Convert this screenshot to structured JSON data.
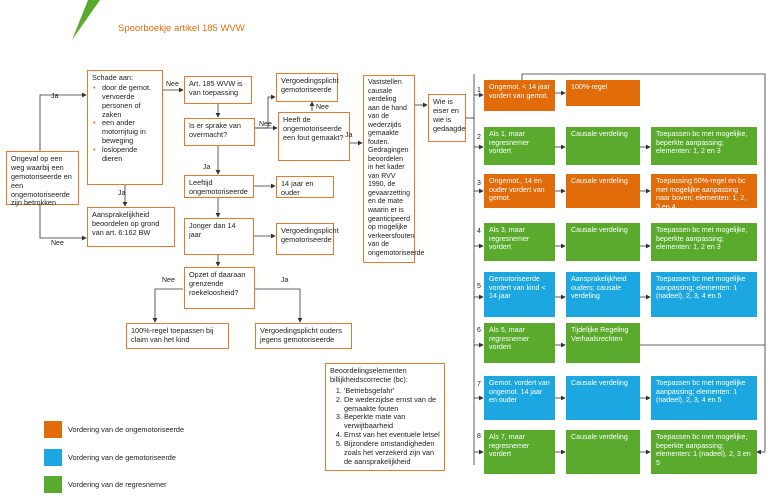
{
  "title": "Spoorboekje artikel 185 WVW",
  "colors": {
    "orange": "#e36c0a",
    "blue": "#1da7e0",
    "green": "#5aaa2e",
    "line": "#333333",
    "border": "#e5792e"
  },
  "start": "Ongeval op een weg waarbij een gemotoriseerde en een ongemotoriseerde zijn betrokken",
  "schade": {
    "heading": "Schade aan:",
    "items": [
      "door de gemot. vervoerde personen of zaken",
      "een ander motorrijtuig in beweging",
      "loslopende dieren"
    ]
  },
  "aanspraak": "Aansprakelijkheid beoordelen op grond van art. 6:162 BW",
  "art185": "Art. 185 WVW is van toepassing",
  "overmacht": "Is er sprake van overmacht?",
  "plicht1": "Vergoedingsplicht gemotoriseerde",
  "fout": "Heeft de ongemotoriseerde een fout gemaakt?",
  "leeftijd": "Leeftijd ongemotoriseerde",
  "age14": "14 jaar en ouder",
  "jonger": "Jonger dan 14 jaar",
  "plicht2": "Vergoedingsplicht gemotoriseerde",
  "opzet": "Opzet of daaraan grenzende roekeloosheid?",
  "regel100kind": "100%-regel toepassen bij claim van het kind",
  "plichtouders": "Vergoedingsplicht ouders jegens gemotoriseerde",
  "vaststellen": "Vaststellen causale verdeling aan de hand van de wederzijds gemaakte fouten. Gedragingen beoordelen in het kader van RVV 1990, de gevaarzetting en de mate waarin er is geanticipeerd op mogelijke verkeersfouten van de ongemotoriseerde",
  "wieeiser": "Wie is eiser en wie is gedaagde",
  "labels": {
    "ja": "Ja",
    "nee": "Nee"
  },
  "criteria": {
    "heading": "Beoordelingselementen billijkheidscorrectie (bc):",
    "items": [
      "'Betriebsgefahr'",
      "De wederzijdse ernst van de gemaakte fouten",
      "Beperkte mate van verwijtbaarheid",
      "Ernst van het eventuele letsel",
      "Bijzondere omstandigheden zoals het verzekerd zijn van de aansprakelijkheid"
    ]
  },
  "rows": [
    {
      "num": "1",
      "who": "Ongemot. < 14 jaar vordert van gemot.",
      "who_color": "orange",
      "mid": "100%-regel",
      "mid_color": "orange",
      "res": "",
      "res_color": ""
    },
    {
      "num": "2",
      "who": "Als 1, maar regresnemer vordert",
      "who_color": "green",
      "mid": "Causale verdeling",
      "mid_color": "green",
      "res": "Toepassen bc met mogelijke, beperkte aanpassing; elementen: 1, 2 en 3",
      "res_color": "green"
    },
    {
      "num": "3",
      "who": "Ongemot., 14 en ouder vordert van gemot.",
      "who_color": "orange",
      "mid": "Causale verdeling",
      "mid_color": "orange",
      "res": "Toepassing 50%-regel en bc met mogelijke aanpassing naar boven; elementen: 1, 2, 3 en 4",
      "res_color": "orange"
    },
    {
      "num": "4",
      "who": "Als 3, maar regresnemer vordert",
      "who_color": "green",
      "mid": "Causale verdeling",
      "mid_color": "green",
      "res": "Toepassen bc met mogelijke, beperkte aanpassing; elementen: 1, 2 en 3",
      "res_color": "green"
    },
    {
      "num": "5",
      "who": "Gemotoriseerde vordert van kind < 14 jaar",
      "who_color": "blue",
      "mid": "Aansprakelijkheid ouders; causale verdeling",
      "mid_color": "blue",
      "res": "Toepassen bc met mogelijke aanpassing; elementen: 1 (nadeel), 2, 3, 4 en 5",
      "res_color": "blue"
    },
    {
      "num": "6",
      "who": "Als 5, maar regresnemer vordert",
      "who_color": "green",
      "mid": "Tijdelijke Regeling Verhaalsrechten",
      "mid_color": "green",
      "res": "",
      "res_color": ""
    },
    {
      "num": "7",
      "who": "Gemot. vordert van ongemot. 14 jaar en ouder",
      "who_color": "blue",
      "mid": "Causale verdeling",
      "mid_color": "blue",
      "res": "Toepassen bc met mogelijke aanpassing; elementen: 1 (nadeel), 2, 3, 4 en 5",
      "res_color": "blue"
    },
    {
      "num": "8",
      "who": "Als 7, maar regresnemer vordert",
      "who_color": "green",
      "mid": "Causale verdeling",
      "mid_color": "green",
      "res": "Toepassen bc met mogelijke, beperkte aanpassing; elementen: 1 (nadeel), 2, 3 en 5",
      "res_color": "green"
    }
  ],
  "legend": [
    {
      "text": "Vordering van de ongemotoriseerde",
      "color": "orange"
    },
    {
      "text": "Vordering van de gemotoriseerde",
      "color": "blue"
    },
    {
      "text": "Vordering van de regresnemer",
      "color": "green"
    }
  ]
}
